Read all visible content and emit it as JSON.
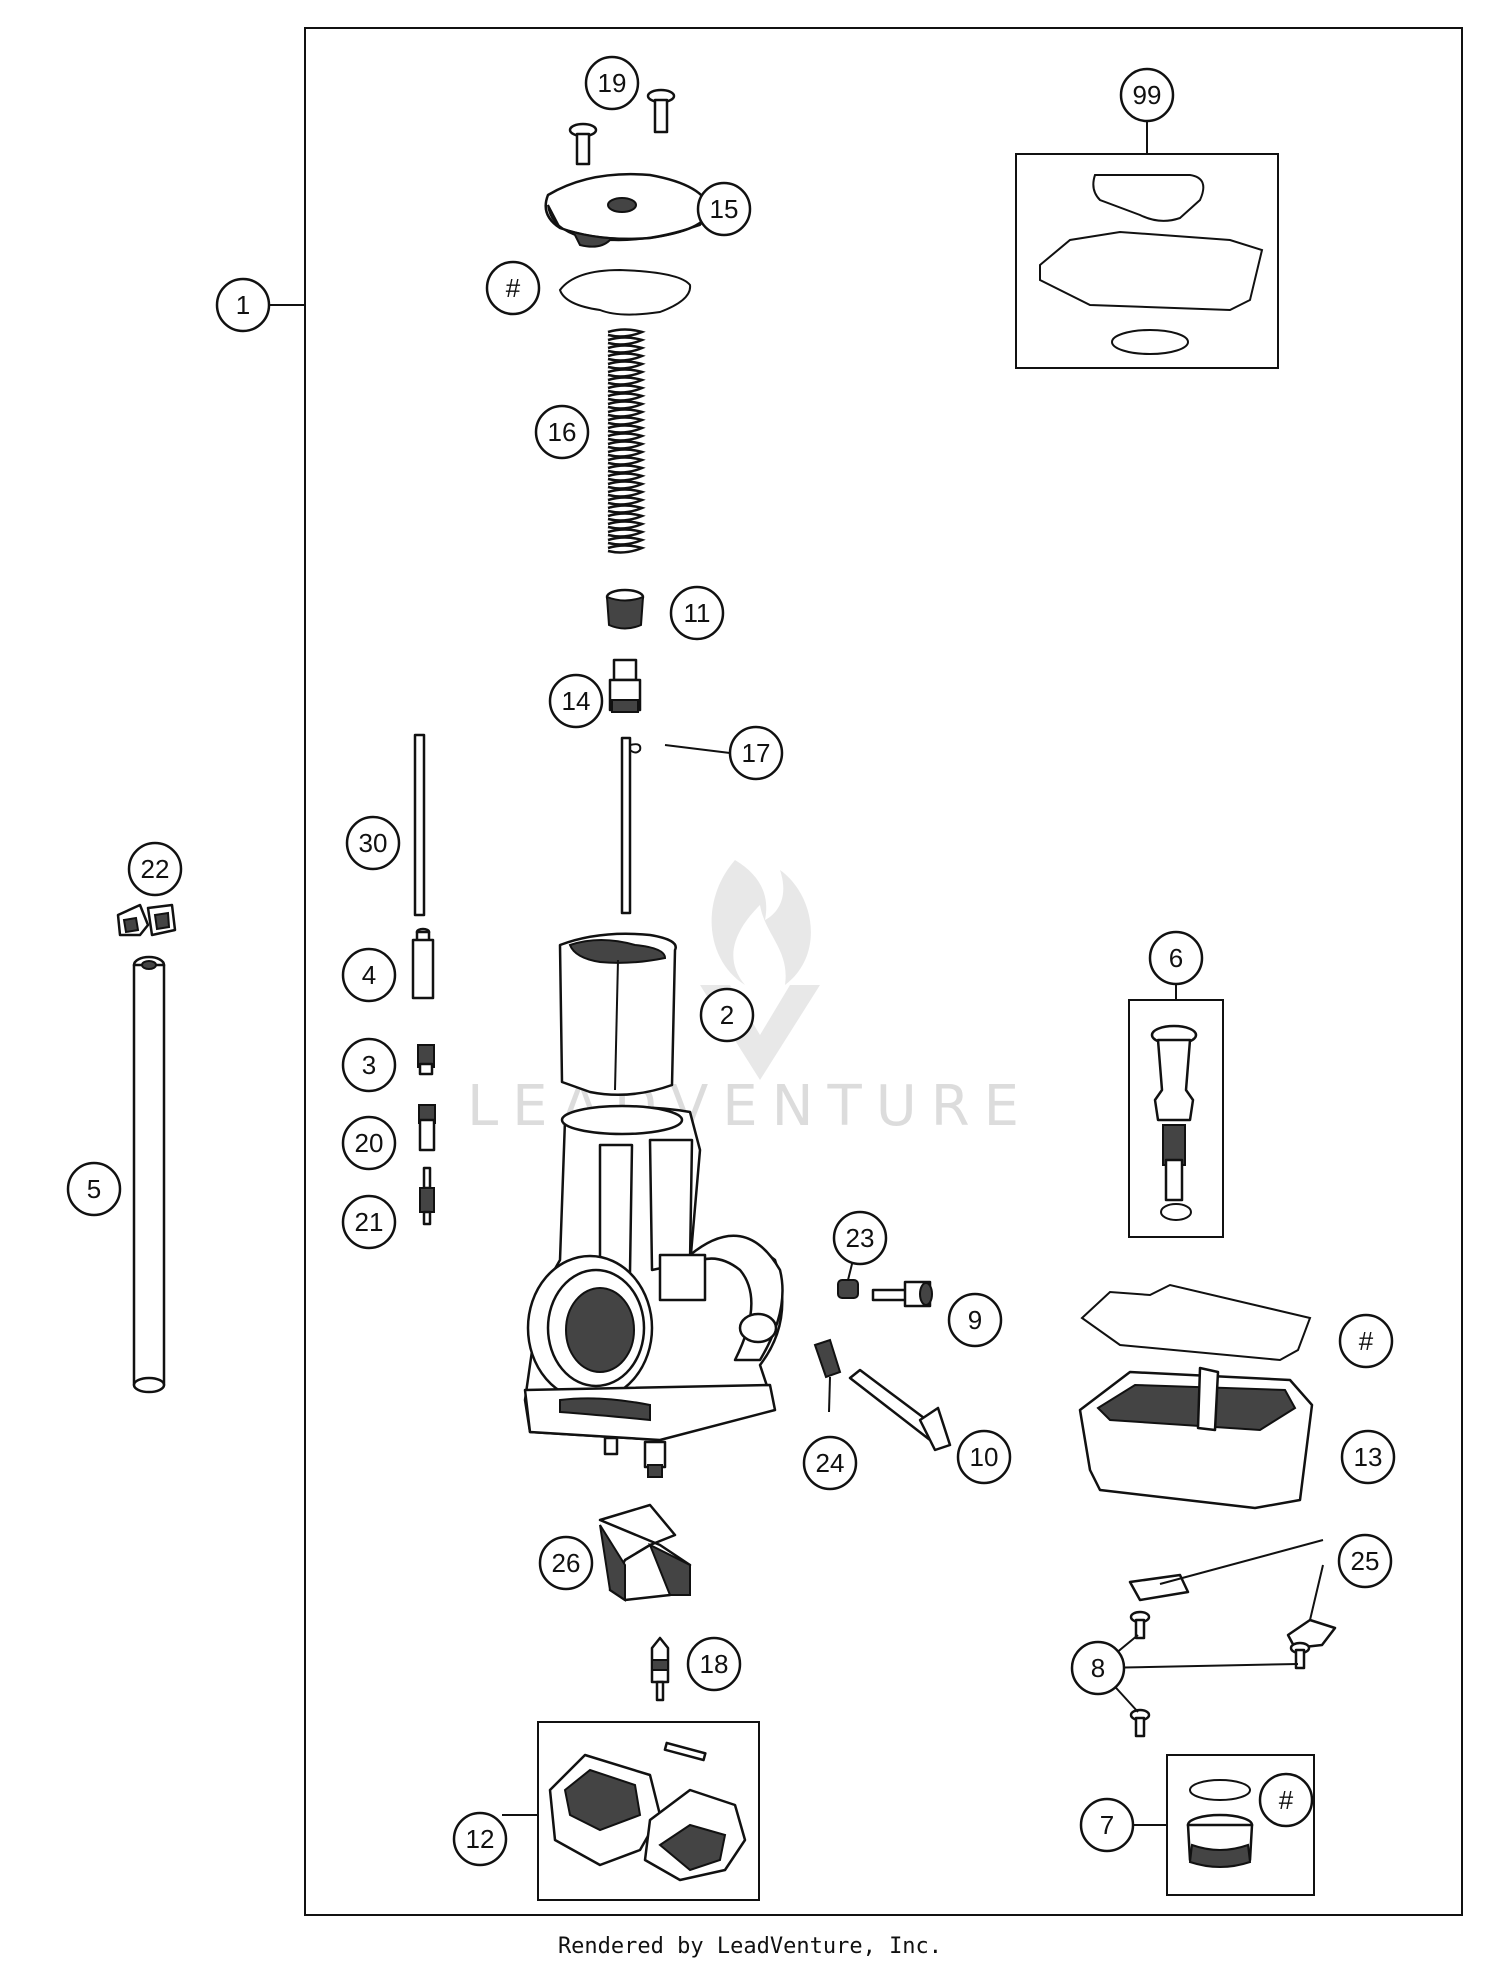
{
  "watermark": "LEADVENTURE",
  "footer": "Rendered by LeadVenture, Inc.",
  "callouts": {
    "c1": "1",
    "c2": "2",
    "c3": "3",
    "c4": "4",
    "c5": "5",
    "c6": "6",
    "c7": "7",
    "c8": "8",
    "c9": "9",
    "c10": "10",
    "c11": "11",
    "c12": "12",
    "c13": "13",
    "c14": "14",
    "c15": "15",
    "c16": "16",
    "c17": "17",
    "c18": "18",
    "c19": "19",
    "c20": "20",
    "c21": "21",
    "c22": "22",
    "c23": "23",
    "c24": "24",
    "c25": "25",
    "c26": "26",
    "c30": "30",
    "c99": "99",
    "hash_top": "#",
    "hash_bowl": "#",
    "hash_plug": "#"
  }
}
